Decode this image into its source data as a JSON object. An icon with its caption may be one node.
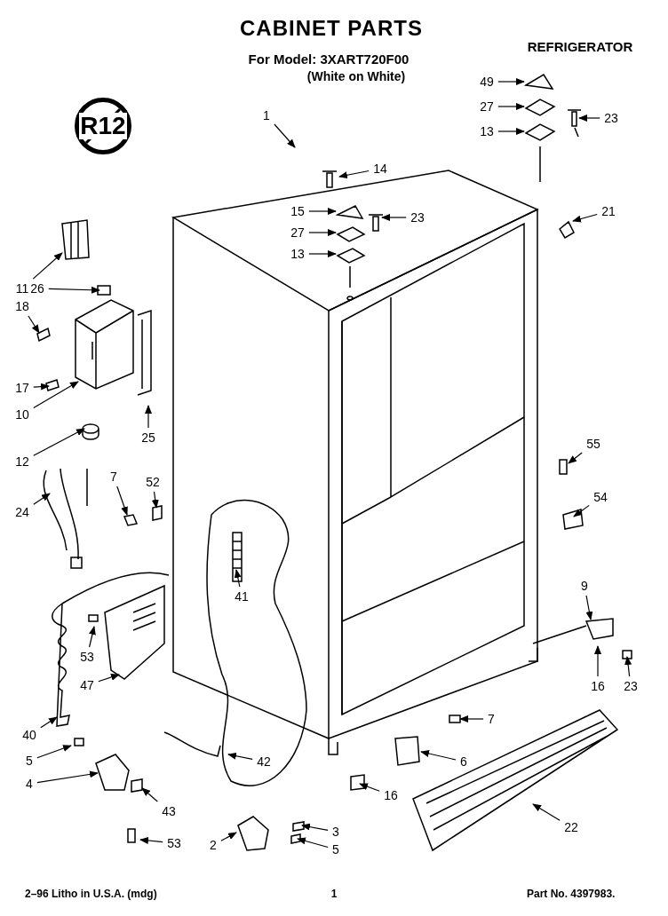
{
  "diagram": {
    "title": "CABINET PARTS",
    "nodes": [
      {
        "text": [
          "1"
        ]
      },
      {
        "text": [
          "49"
        ]
      },
      {
        "text": [
          "27"
        ]
      },
      {
        "text": [
          "13"
        ]
      },
      {
        "text": [
          "23"
        ]
      },
      {
        "text": [
          "14"
        ]
      },
      {
        "text": [
          "15"
        ]
      },
      {
        "text": [
          "27"
        ]
      },
      {
        "text": [
          "13"
        ]
      },
      {
        "text": [
          "23"
        ]
      },
      {
        "text": [
          "21"
        ]
      },
      {
        "text": [
          "11"
        ]
      },
      {
        "text": [
          "26"
        ]
      },
      {
        "text": [
          "18"
        ]
      },
      {
        "text": [
          "17"
        ]
      },
      {
        "text": [
          "10"
        ]
      },
      {
        "text": [
          "12"
        ]
      },
      {
        "text": [
          "25"
        ]
      },
      {
        "text": [
          "24"
        ]
      },
      {
        "text": [
          "7"
        ]
      },
      {
        "text": [
          "52"
        ]
      },
      {
        "text": [
          "41"
        ]
      },
      {
        "text": [
          "53"
        ]
      },
      {
        "text": [
          "47"
        ]
      },
      {
        "text": [
          "40"
        ]
      },
      {
        "text": [
          "5"
        ]
      },
      {
        "text": [
          "4"
        ]
      },
      {
        "text": [
          "43"
        ]
      },
      {
        "text": [
          "53"
        ]
      },
      {
        "text": [
          "2"
        ]
      },
      {
        "text": [
          "42"
        ]
      },
      {
        "text": [
          "3"
        ]
      },
      {
        "text": [
          "5"
        ]
      },
      {
        "text": [
          "16"
        ]
      },
      {
        "text": [
          "6"
        ]
      },
      {
        "text": [
          "7"
        ]
      },
      {
        "text": [
          "22"
        ]
      },
      {
        "text": [
          "55"
        ]
      },
      {
        "text": [
          "54"
        ]
      },
      {
        "text": [
          "9"
        ]
      },
      {
        "text": [
          "16"
        ]
      },
      {
        "text": [
          "23"
        ]
      }
    ],
    "edges": [
      {
        "from": 0,
        "to": null,
        "arrow": "to"
      },
      {
        "from": 1,
        "to": null,
        "arrow": "to"
      },
      {
        "from": 2,
        "to": null,
        "arrow": "to"
      },
      {
        "from": 3,
        "to": null,
        "arrow": "to"
      },
      {
        "from": 4,
        "to": null,
        "arrow": "to"
      },
      {
        "from": 5,
        "to": null,
        "arrow": "to"
      },
      {
        "from": 6,
        "to": null,
        "arrow": "to"
      },
      {
        "from": 7,
        "to": null,
        "arrow": "to"
      },
      {
        "from": 8,
        "to": null,
        "arrow": "to"
      },
      {
        "from": 9,
        "to": null,
        "arrow": "to"
      },
      {
        "from": 10,
        "to": null,
        "arrow": "to"
      },
      {
        "from": 11,
        "to": null,
        "arrow": "to"
      },
      {
        "from": 12,
        "to": null,
        "arrow": "to"
      },
      {
        "from": 13,
        "to": null,
        "arrow": "to"
      },
      {
        "from": 14,
        "to": null,
        "arrow": "to"
      },
      {
        "from": 15,
        "to": null,
        "arrow": "to"
      },
      {
        "from": 16,
        "to": null,
        "arrow": "to"
      },
      {
        "from": 17,
        "to": null,
        "arrow": "to"
      },
      {
        "from": 18,
        "to": null,
        "arrow": "to"
      },
      {
        "from": 19,
        "to": null,
        "arrow": "to"
      },
      {
        "from": 20,
        "to": null,
        "arrow": "to"
      },
      {
        "from": 21,
        "to": null,
        "arrow": "to"
      },
      {
        "from": 22,
        "to": null,
        "arrow": "to"
      },
      {
        "from": 23,
        "to": null,
        "arrow": "to"
      },
      {
        "from": 24,
        "to": null,
        "arrow": "to"
      },
      {
        "from": 25,
        "to": null,
        "arrow": "to"
      },
      {
        "from": 26,
        "to": null,
        "arrow": "to"
      },
      {
        "from": 27,
        "to": null,
        "arrow": "to"
      },
      {
        "from": 28,
        "to": null,
        "arrow": "to"
      },
      {
        "from": 29,
        "to": null,
        "arrow": "to"
      },
      {
        "from": 30,
        "to": null,
        "arrow": "to"
      },
      {
        "from": 31,
        "to": null,
        "arrow": "to"
      },
      {
        "from": 32,
        "to": null,
        "arrow": "to"
      },
      {
        "from": 33,
        "to": null,
        "arrow": "to"
      },
      {
        "from": 34,
        "to": null,
        "arrow": "to"
      },
      {
        "from": 35,
        "to": null,
        "arrow": "to"
      },
      {
        "from": 36,
        "to": null,
        "arrow": "to"
      },
      {
        "from": 37,
        "to": null,
        "arrow": "to"
      },
      {
        "from": 38,
        "to": null,
        "arrow": "to"
      },
      {
        "from": 39,
        "to": null,
        "arrow": "to"
      },
      {
        "from": 40,
        "to": null,
        "arrow": "to"
      },
      {
        "from": 41,
        "to": null,
        "arrow": "to"
      }
    ],
    "labels": [
      "For Model: 3XART720F00",
      "(White on White)",
      "REFRIGERATOR",
      "R12",
      "2–96 Litho in U.S.A. (mdg)",
      "1",
      "Part No. 4397983."
    ]
  }
}
